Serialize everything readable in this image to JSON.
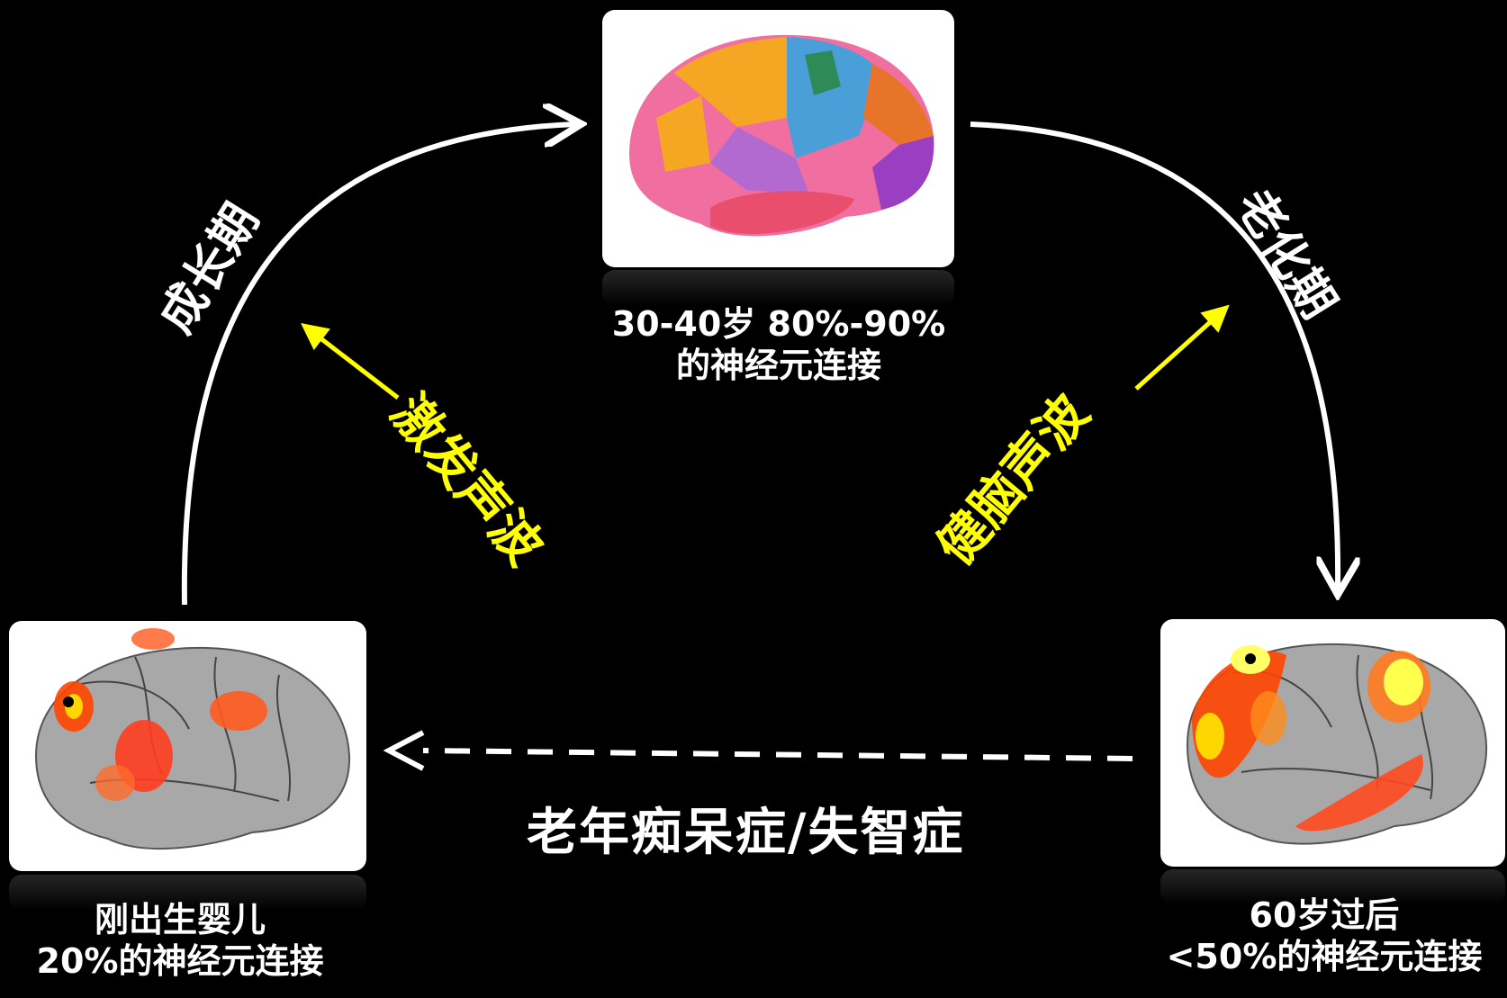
{
  "stages": {
    "top": {
      "line1": "30-40岁 80%-90%",
      "line2": "的神经元连接"
    },
    "left": {
      "line1": "刚出生婴儿",
      "line2": "20%的神经元连接"
    },
    "right": {
      "line1": "60岁过后",
      "line2": "<50%的神经元连接"
    }
  },
  "phases": {
    "growth": "成长期",
    "aging": "老化期"
  },
  "interventions": {
    "stimulate": "激发声波",
    "brain_health": "健脑声波"
  },
  "decline_label": "老年痴呆症/失智症",
  "colors": {
    "background": "#000000",
    "arrow": "#ffffff",
    "highlight": "#ffff00"
  }
}
